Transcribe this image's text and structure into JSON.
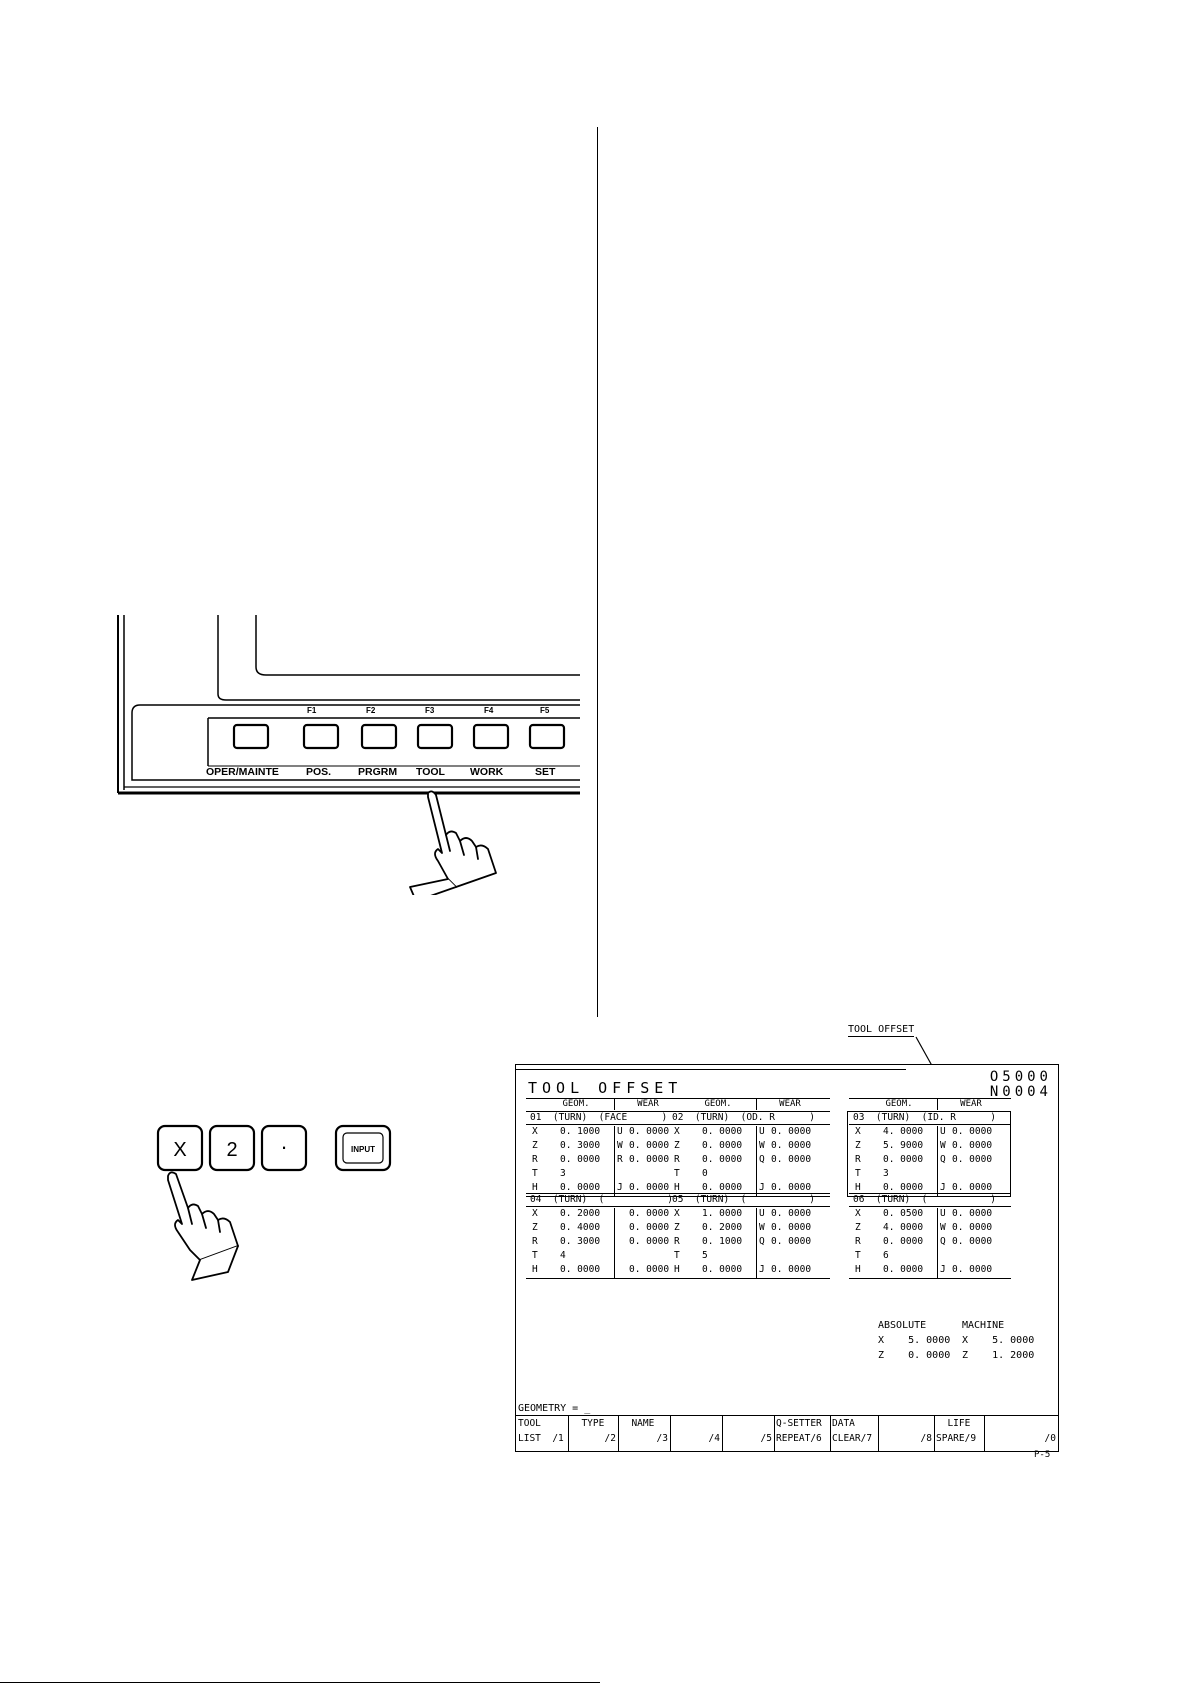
{
  "panel": {
    "f_labels": [
      "F1",
      "F2",
      "F3",
      "F4",
      "F5"
    ],
    "button_labels": [
      "OPER/MAINTE",
      "POS.",
      "PRGRM",
      "TOOL",
      "WORK",
      "SET"
    ]
  },
  "keys": {
    "k1": "X",
    "k2": "2",
    "k3": "·",
    "k4": "INPUT"
  },
  "callout": "TOOL OFFSET",
  "screen": {
    "title": "TOOL OFFSET",
    "prog": "O5000",
    "seq": "N0004",
    "geom_label": "GEOM.",
    "wear_label": "WEAR",
    "tools": [
      {
        "hdr": "01  (TURN)  (FACE      )",
        "rows": [
          [
            "X",
            "0. 1000",
            "U",
            "0. 0000"
          ],
          [
            "Z",
            "0. 3000",
            "W",
            "0. 0000"
          ],
          [
            "R",
            "0. 0000",
            "R",
            "0. 0000"
          ],
          [
            "T",
            "3",
            "",
            ""
          ],
          [
            "H",
            "0. 0000",
            "J",
            "0. 0000"
          ]
        ]
      },
      {
        "hdr": "02  (TURN)  (OD. R      )",
        "rows": [
          [
            "X",
            "0. 0000",
            "U",
            "0. 0000"
          ],
          [
            "Z",
            "0. 0000",
            "W",
            "0. 0000"
          ],
          [
            "R",
            "0. 0000",
            "Q",
            "0. 0000"
          ],
          [
            "T",
            "0",
            "",
            ""
          ],
          [
            "H",
            "0. 0000",
            "J",
            "0. 0000"
          ]
        ]
      },
      {
        "hdr": "03  (TURN)  (ID. R      )",
        "rows": [
          [
            "X",
            "4. 0000",
            "U",
            "0. 0000"
          ],
          [
            "Z",
            "5. 9000",
            "W",
            "0. 0000"
          ],
          [
            "R",
            "0. 0000",
            "Q",
            "0. 0000"
          ],
          [
            "T",
            "3",
            "",
            ""
          ],
          [
            "H",
            "0. 0000",
            "J",
            "0. 0000"
          ]
        ]
      },
      {
        "hdr": "04  (TURN)  (           )",
        "rows": [
          [
            "X",
            "0. 2000",
            "",
            "0. 0000"
          ],
          [
            "Z",
            "0. 4000",
            "",
            "0. 0000"
          ],
          [
            "R",
            "0. 3000",
            "",
            "0. 0000"
          ],
          [
            "T",
            "4",
            "",
            ""
          ],
          [
            "H",
            "0. 0000",
            "",
            "0. 0000"
          ]
        ]
      },
      {
        "hdr": "05  (TURN)  (           )",
        "rows": [
          [
            "X",
            "1. 0000",
            "U",
            "0. 0000"
          ],
          [
            "Z",
            "0. 2000",
            "W",
            "0. 0000"
          ],
          [
            "R",
            "0. 1000",
            "Q",
            "0. 0000"
          ],
          [
            "T",
            "5",
            "",
            ""
          ],
          [
            "H",
            "0. 0000",
            "J",
            "0. 0000"
          ]
        ]
      },
      {
        "hdr": "06  (TURN)  (           )",
        "rows": [
          [
            "X",
            "0. 0500",
            "U",
            "0. 0000"
          ],
          [
            "Z",
            "4. 0000",
            "W",
            "0. 0000"
          ],
          [
            "R",
            "0. 0000",
            "Q",
            "0. 0000"
          ],
          [
            "T",
            "6",
            "",
            ""
          ],
          [
            "H",
            "0. 0000",
            "J",
            "0. 0000"
          ]
        ]
      }
    ],
    "absolute_label": "ABSOLUTE",
    "machine_label": "MACHINE",
    "abs_x": "X    5. 0000",
    "abs_z": "Z    0. 0000",
    "mac_x": "X    5. 0000",
    "mac_z": "Z    1. 2000",
    "geometry_line": "GEOMETRY = _",
    "softkeys": [
      {
        "a": "TOOL",
        "b": "LIST  /1"
      },
      {
        "a": "  TYPE",
        "b": "/2"
      },
      {
        "a": "  NAME",
        "b": "/3"
      },
      {
        "a": "",
        "b": "/4"
      },
      {
        "a": "",
        "b": "/5"
      },
      {
        "a": "Q-SETTER",
        "b": "REPEAT/6"
      },
      {
        "a": "DATA",
        "b": "CLEAR/7"
      },
      {
        "a": "",
        "b": "/8"
      },
      {
        "a": "  LIFE",
        "b": "SPARE/9"
      },
      {
        "a": "",
        "b": "/0"
      }
    ]
  },
  "page_code": "P-5"
}
